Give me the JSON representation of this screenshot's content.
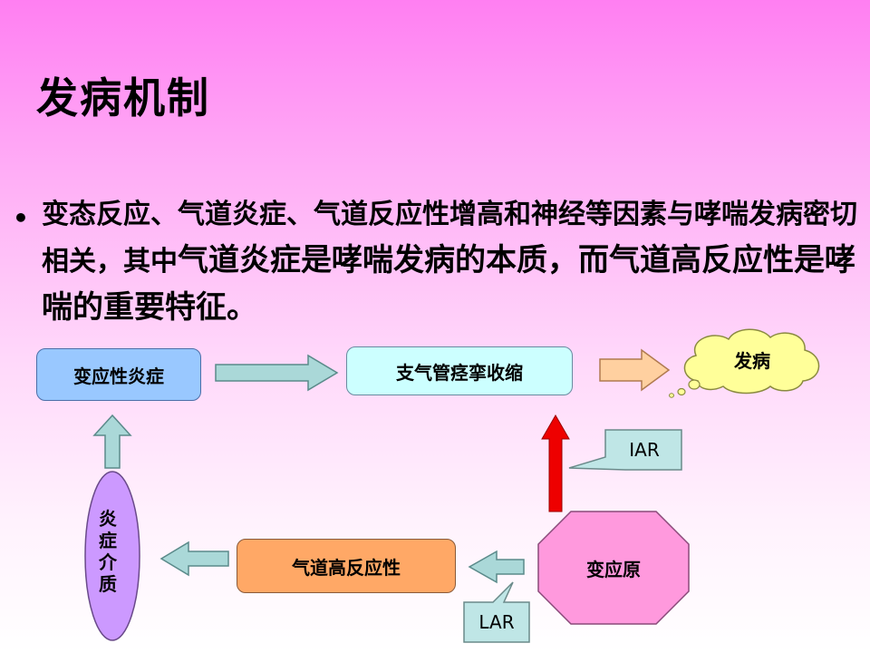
{
  "slide": {
    "title": "发病机制",
    "bullet": {
      "part1": "变态反应、气道炎症、气道反应性增高和神经等因素与哮喘发病密切相关，其中",
      "part2": "气道炎症是哮喘发病的本质，而气道高反应性是哮喘的重要特征。"
    }
  },
  "diagram": {
    "inflammation_label": "变应性炎症",
    "spasm_label": "支气管痉挛收缩",
    "onset_label": "发病",
    "iar_label": "IAR",
    "lar_label": "LAR",
    "allergen_label": "变应原",
    "hyperreactivity_label": "气道高反应性",
    "mediator_label": "炎症介质"
  },
  "colors": {
    "inflammation_fill": "#99c8ff",
    "spasm_fill": "#ccffff",
    "hyperreactivity_fill": "#ffa866",
    "allergen_fill": "#ff99dd",
    "mediator_fill": "#cc99ff",
    "cloud_fill": "#ffff99",
    "red_arrow": "#ee0000",
    "teal_arrow": "#aad8d8"
  }
}
